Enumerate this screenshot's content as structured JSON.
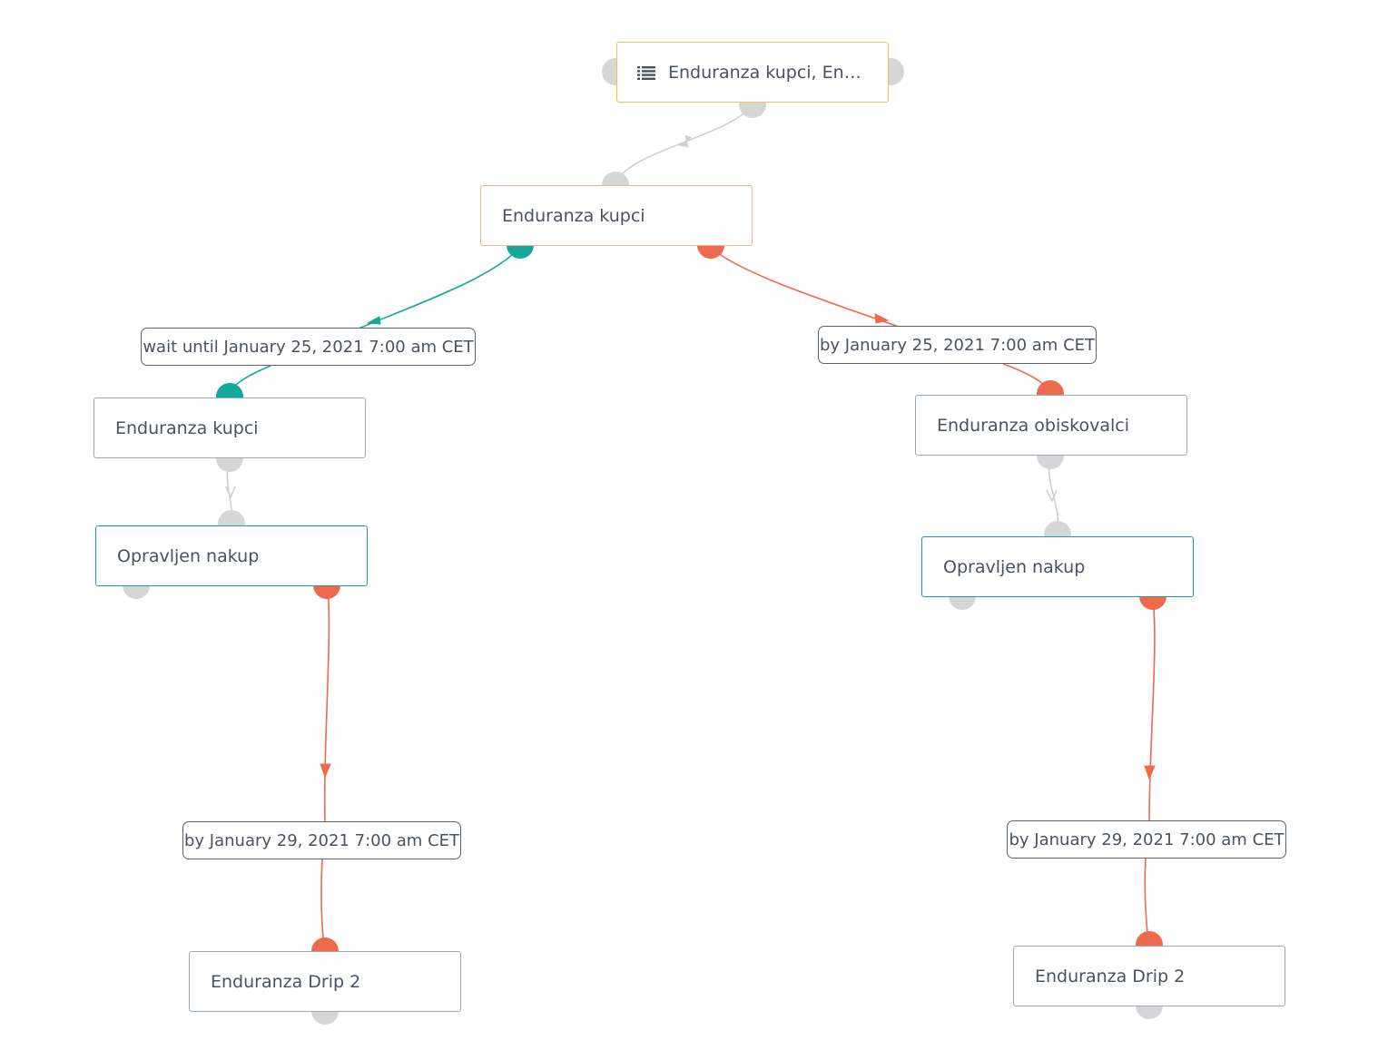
{
  "nodes": {
    "source": {
      "label": "Enduranza kupci, End…",
      "icon": "list-icon"
    },
    "segment_top": {
      "label": "Enduranza kupci"
    },
    "segment_left": {
      "label": "Enduranza kupci"
    },
    "segment_right": {
      "label": "Enduranza obiskovalci"
    },
    "goal_left": {
      "label": "Opravljen nakup"
    },
    "goal_right": {
      "label": "Opravljen nakup"
    },
    "drip_left": {
      "label": "Enduranza Drip 2"
    },
    "drip_right": {
      "label": "Enduranza Drip 2"
    }
  },
  "conditions": {
    "wait_left": {
      "label": "wait until January 25, 2021 7:00 am CET"
    },
    "by_right": {
      "label": "by January 25, 2021 7:00 am CET"
    },
    "by_left_bottom": {
      "label": "by January 29, 2021 7:00 am CET"
    },
    "by_right_bottom": {
      "label": "by January 29, 2021 7:00 am CET"
    }
  },
  "colors": {
    "grey_edge": "#d0d0d0",
    "teal_edge": "#12a89a",
    "orange_edge": "#ee6a4c",
    "source_border": "#f0c24a",
    "segment_border": "#f2b48e",
    "goal_border": "#1a9ca6",
    "default_border": "#9aa8c2"
  }
}
